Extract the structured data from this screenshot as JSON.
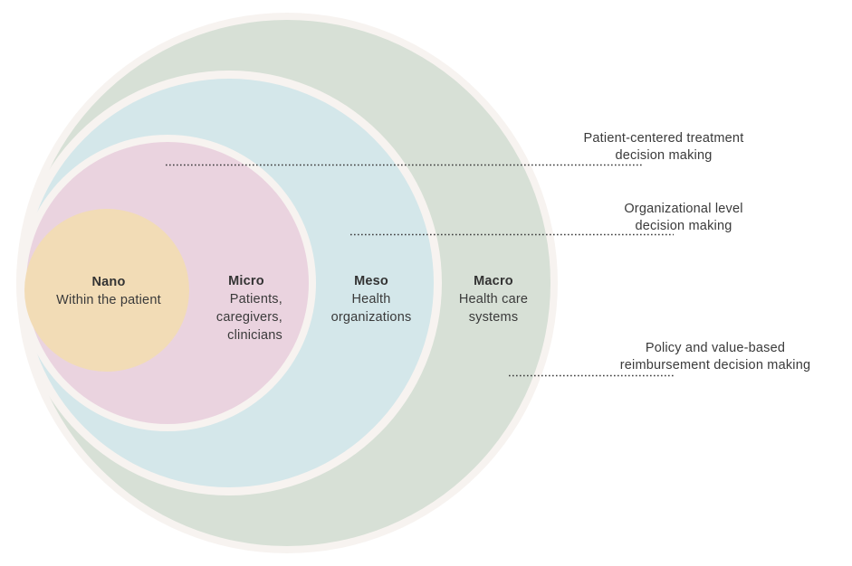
{
  "colors": {
    "border": "#f7f3f0",
    "macro": "#d7e0d6",
    "meso": "#d4e7ea",
    "micro": "#ead3df",
    "nano": "#f2dcb6",
    "leader": "#3a3a3a"
  },
  "levels": {
    "nano": {
      "title": "Nano",
      "desc": [
        "Within the patient"
      ]
    },
    "micro": {
      "title": "Micro",
      "desc": [
        "Patients,",
        "caregivers,",
        "clinicians"
      ]
    },
    "meso": {
      "title": "Meso",
      "desc": [
        "Health",
        "organizations"
      ]
    },
    "macro": {
      "title": "Macro",
      "desc": [
        "Health care",
        "systems"
      ]
    }
  },
  "annotations": [
    {
      "lines": [
        "Patient-centered treatment",
        "decision making"
      ]
    },
    {
      "lines": [
        "Organizational level",
        "decision making"
      ]
    },
    {
      "lines": [
        "Policy and value-based",
        "reimbursement decision making"
      ]
    }
  ]
}
